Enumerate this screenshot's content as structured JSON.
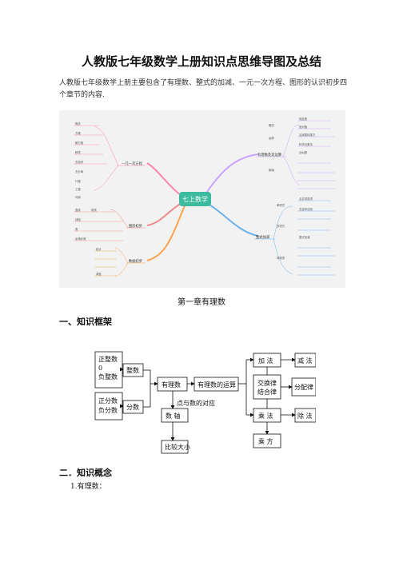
{
  "title": "人教版七年级数学上册知识点思维导图及总结",
  "intro": "人教版七年级数学上册主要包含了有理数、整式的加减、一元一次方程、图形的认识初步四个章节的内容.",
  "mindmap": {
    "center": "七上数学",
    "branches": {
      "rational": "有理数及其运算",
      "equation": "一元一次方程",
      "algebra": "整式加减",
      "geometry": "图形初步",
      "other": "数据初步"
    },
    "details": {
      "r1": "概念",
      "r2": "运算",
      "r3": "数轴",
      "r4": "相反数",
      "r5": "绝对值",
      "r6": "加减乘除乘方",
      "r7": "科学记数法",
      "r8": "近似数",
      "e1": "概念",
      "e2": "方程",
      "e3": "解方程",
      "e4": "移项",
      "e5": "去括号",
      "e6": "去分母",
      "e7": "行程",
      "e8": "工程",
      "e9": "利润",
      "a1": "单项式",
      "a2": "多项式",
      "a3": "同类项",
      "a4": "合并同类项",
      "a5": "去括号法则",
      "a6": "整式加减",
      "g1": "直线",
      "g2": "射线",
      "g3": "线段",
      "g4": "角",
      "g5": "余角补角",
      "o1": "统计",
      "o2": "调查"
    }
  },
  "chapter": "第一章有理数",
  "section1": "一、知识框架",
  "section2": "二．知识概念",
  "framework": {
    "pos_int": "正整数",
    "zero": "0",
    "neg_int": "负整数",
    "integer": "整数",
    "pos_frac": "正分数",
    "neg_frac": "负分数",
    "fraction": "分数",
    "rational": "有理数",
    "operations": "有理数的运算",
    "correspondence": "点与数的对应",
    "axis": "数  轴",
    "compare": "比较大小",
    "add": "加  法",
    "subtract": "减  法",
    "laws_1": "交换律",
    "laws_2": "结合律",
    "distributive": "分配律",
    "multiply": "乘  法",
    "divide": "除  法",
    "power": "乘  方"
  },
  "item1": "1.有理数："
}
